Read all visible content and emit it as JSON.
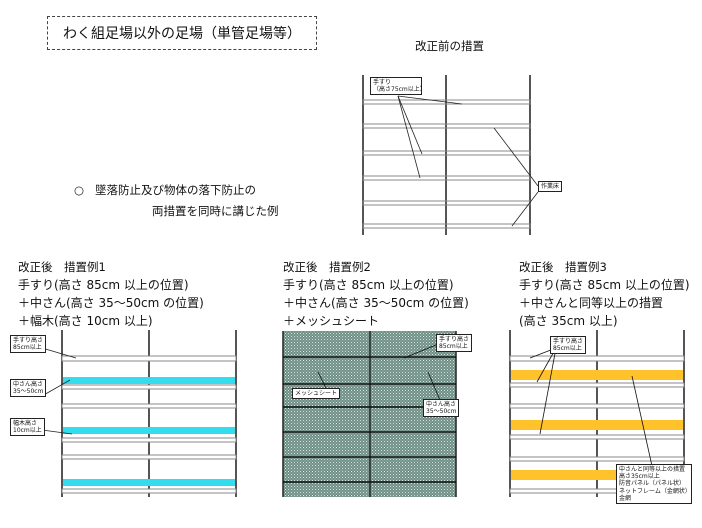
{
  "title": "わく組足場以外の足場（単管足場等）",
  "before": {
    "heading": "改正前の措置",
    "label_handrail": [
      "手すり",
      "（高さ75cm以上）"
    ],
    "label_workfloor": "作業床"
  },
  "note": {
    "bullet": "○",
    "line1": "墜落防止及び物体の落下防止の",
    "line2": "両措置を同時に講じた例"
  },
  "ex1": {
    "heading": "改正後　措置例1",
    "lines": [
      "手すり(高さ 85cm 以上の位置)",
      "＋中さん(高さ 35～50cm の位置)",
      "＋幅木(高さ 10cm 以上)"
    ],
    "label_handrail": [
      "手すり高さ",
      "85cm以上"
    ],
    "label_midrail": [
      "中さん高さ",
      "35～50cm"
    ],
    "label_toeboard": [
      "幅木高さ",
      "10cm以上"
    ]
  },
  "ex2": {
    "heading": "改正後　措置例2",
    "lines": [
      "手すり(高さ 85cm 以上の位置)",
      "＋中さん(高さ 35～50cm の位置)",
      "＋メッシュシート"
    ],
    "label_handrail": [
      "手すり高さ",
      "85cm以上"
    ],
    "label_midrail": [
      "中さん高さ",
      "35～50cm"
    ],
    "label_mesh": "メッシュシート"
  },
  "ex3": {
    "heading": "改正後　措置例3",
    "lines": [
      "手すり(高さ 85cm 以上の位置)",
      "＋中さんと同等以上の措置",
      "(高さ 35cm 以上)"
    ],
    "label_handrail": [
      "手すり高さ",
      "85cm以上"
    ],
    "label_equiv": [
      "中さんと同等以上の措置",
      "高さ35cm以上",
      "防音パネル（パネル状）",
      "ネットフレーム（金網状）",
      "金網"
    ]
  },
  "colors": {
    "toeboard": "#33ddee",
    "panel": "#ffc22a",
    "mesh_bg": "#6f8f86",
    "mesh_dot": "#d8e6e0"
  }
}
